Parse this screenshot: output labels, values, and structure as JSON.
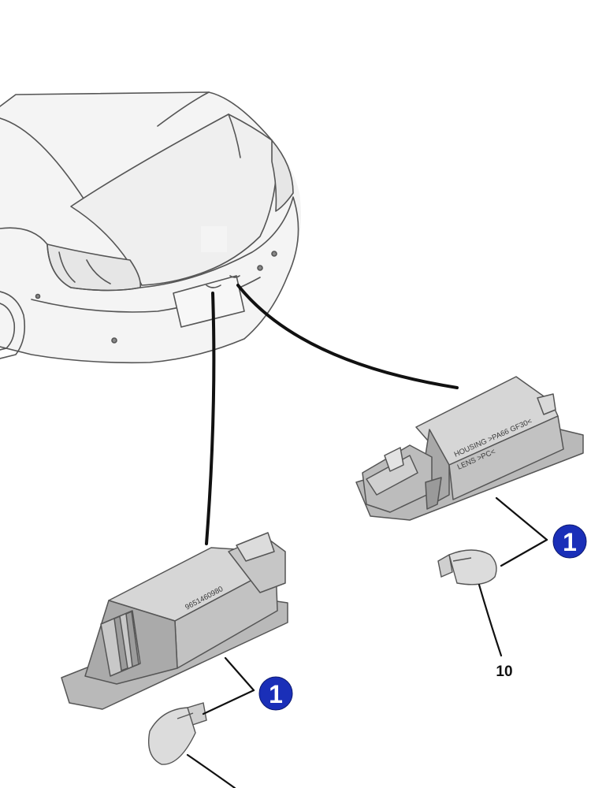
{
  "callouts": {
    "bulb_right": {
      "label": "1"
    },
    "bulb_left": {
      "label": "1"
    }
  },
  "references": {
    "bulb_right_ref": {
      "label": "10"
    }
  },
  "housing_right": {
    "stamp_line1": "HOUSING >PA66 GF30<",
    "stamp_line2": "LENS >PC<"
  },
  "housing_left": {
    "stamp": "9651460980"
  },
  "colors": {
    "callout_fill": "#1a2fb8",
    "callout_text": "#ffffff",
    "part_fill": "#c9c9c9",
    "part_shade": "#a9a9a9",
    "leader_line": "#111111"
  }
}
